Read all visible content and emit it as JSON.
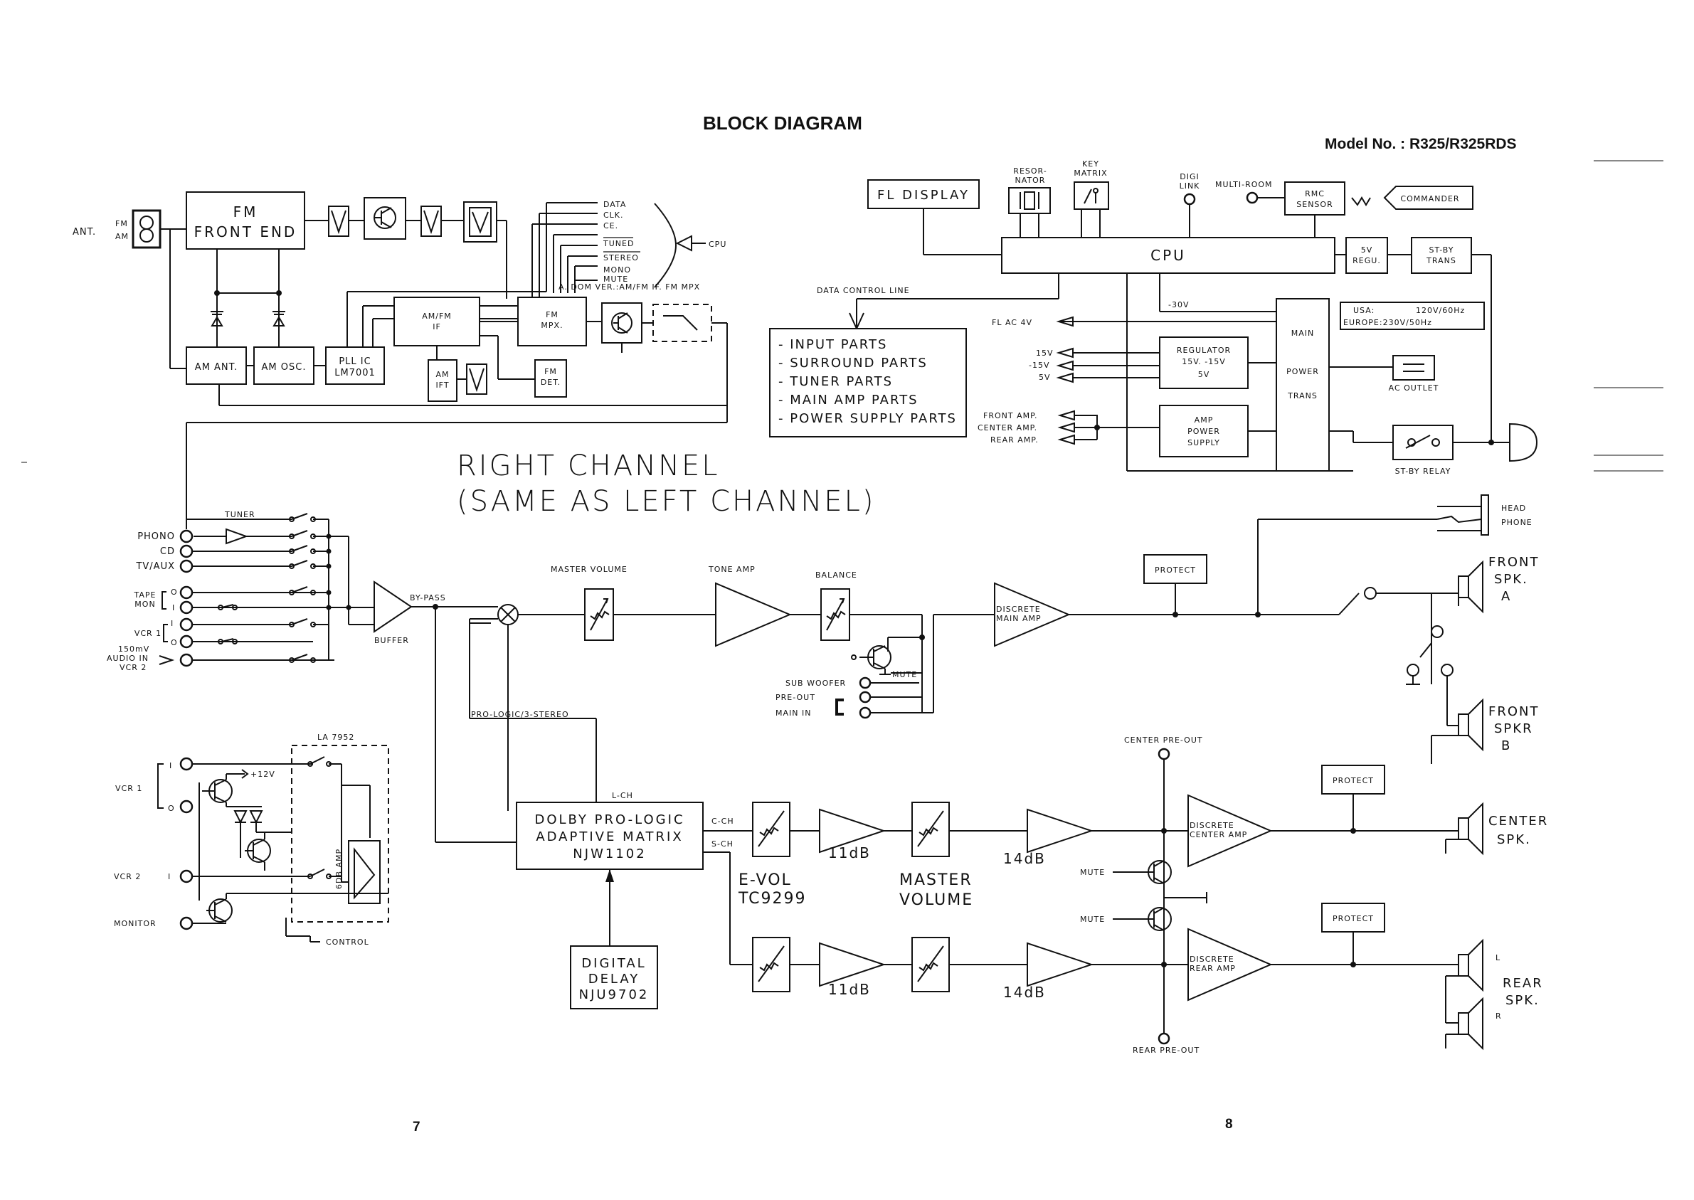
{
  "header": {
    "title": "BLOCK DIAGRAM",
    "model": "Model No. : R325/R325RDS"
  },
  "pages": {
    "left": "7",
    "right": "8"
  },
  "tuner": {
    "ant": "ANT.",
    "fm": "FM",
    "am": "AM",
    "fm_front_end": [
      "FM",
      "FRONT END"
    ],
    "am_ant": "AM ANT.",
    "am_osc": "AM OSC.",
    "pll": [
      "PLL IC",
      "LM7001"
    ],
    "am_fm_if": [
      "AM/FM",
      "IF"
    ],
    "fm_mpx": [
      "FM",
      "MPX."
    ],
    "am_ift": [
      "AM",
      "IFT"
    ],
    "fm_det": [
      "FM",
      "DET."
    ],
    "signals": [
      "DATA",
      "CLK.",
      "CE.",
      "TUNED",
      "STEREO",
      "MONO",
      "MUTE"
    ],
    "cpu_arrow": "CPU",
    "dom_ver": "A. DOM VER.:AM/FM IF. FM MPX"
  },
  "control": {
    "fl_display": "FL DISPLAY",
    "resonator": [
      "RESOR-",
      "NATOR"
    ],
    "key_matrix": [
      "KEY",
      "MATRIX"
    ],
    "digi_link": [
      "DIGI",
      "LINK"
    ],
    "multi_room": "MULTI-ROOM",
    "rmc_sensor": [
      "RMC",
      "SENSOR"
    ],
    "commander": "COMMANDER",
    "cpu": "CPU",
    "regu_5v": [
      "5V",
      "REGU."
    ],
    "stby_trans": [
      "ST-BY",
      "TRANS"
    ],
    "data_control_line": "DATA CONTROL LINE",
    "parts": [
      "- INPUT PARTS",
      "- SURROUND PARTS",
      "- TUNER PARTS",
      "- MAIN AMP PARTS",
      "- POWER SUPPLY PARTS"
    ],
    "v30": "-30V",
    "fl_ac": "FL AC 4V",
    "v15p": "15V",
    "v15n": "-15V",
    "v5": "5V",
    "regulator": [
      "REGULATOR",
      "15V. -15V",
      "5V"
    ],
    "main_power_trans": [
      "MAIN",
      "POWER",
      "TRANS"
    ],
    "mains": [
      "USA:",
      "120V/60Hz",
      "EUROPE:230V/50Hz"
    ],
    "ac_outlet": "AC OUTLET",
    "amp_supplies": [
      "FRONT AMP.",
      "CENTER AMP.",
      "REAR AMP."
    ],
    "amp_power_supply": [
      "AMP",
      "POWER",
      "SUPPLY"
    ],
    "stby_relay": "ST-BY RELAY"
  },
  "right_channel": [
    "RIGHT CHANNEL",
    "(SAME AS LEFT CHANNEL)"
  ],
  "inputs": {
    "tuner": "TUNER",
    "phono": "PHONO",
    "cd": "CD",
    "tv_aux": "TV/AUX",
    "tape_mon": [
      "TAPE",
      "MON"
    ],
    "io": [
      "I",
      "O"
    ],
    "vcr1": "VCR 1",
    "level": "150mV",
    "audio_in": "AUDIO IN",
    "vcr2": "VCR 2",
    "buffer": "BUFFER",
    "by_pass": "BY-PASS"
  },
  "main_path": {
    "master_volume": "MASTER VOLUME",
    "tone_amp": "TONE AMP",
    "balance": "BALANCE",
    "mute": "MUTE",
    "sub_woofer": "SUB WOOFER",
    "pre_out": "PRE-OUT",
    "main_in": "MAIN IN",
    "discrete_main": [
      "DISCRETE",
      "MAIN AMP"
    ],
    "protect": "PROTECT",
    "headphone": [
      "HEAD",
      "PHONE"
    ],
    "front_a": [
      "FRONT",
      "SPK.",
      "A"
    ],
    "front_b": [
      "FRONT",
      "SPKR",
      "B"
    ]
  },
  "video": {
    "la": "LA 7952",
    "vcr1": "VCR 1",
    "vcr2": "VCR 2",
    "monitor": "MONITOR",
    "i": "I",
    "o": "O",
    "v12": "+12V",
    "amp": "6DB AMP",
    "control": "CONTROL"
  },
  "surround": {
    "pro_logic_3_stereo": "PRO-LOGIC/3-STEREO",
    "lch": "L-CH",
    "cch": "C-CH",
    "sch": "S-CH",
    "dolby": [
      "DOLBY PRO-LOGIC",
      "ADAPTIVE MATRIX",
      "NJW1102"
    ],
    "digital_delay": [
      "DIGITAL",
      "DELAY",
      "NJU9702"
    ],
    "evol": [
      "E-VOL",
      "TC9299"
    ],
    "master_volume": [
      "MASTER",
      "VOLUME"
    ],
    "gain1": "11dB",
    "gain2": "14dB",
    "center_pre_out": "CENTER PRE-OUT",
    "rear_pre_out": "REAR PRE-OUT",
    "mute": "MUTE",
    "discrete_center": [
      "DISCRETE",
      "CENTER AMP"
    ],
    "discrete_rear": [
      "DISCRETE",
      "REAR AMP"
    ],
    "protect": "PROTECT",
    "center_spk": [
      "CENTER",
      "SPK."
    ],
    "rear_spk": [
      "REAR",
      "SPK."
    ],
    "rear_l": "L",
    "rear_r": "R"
  }
}
